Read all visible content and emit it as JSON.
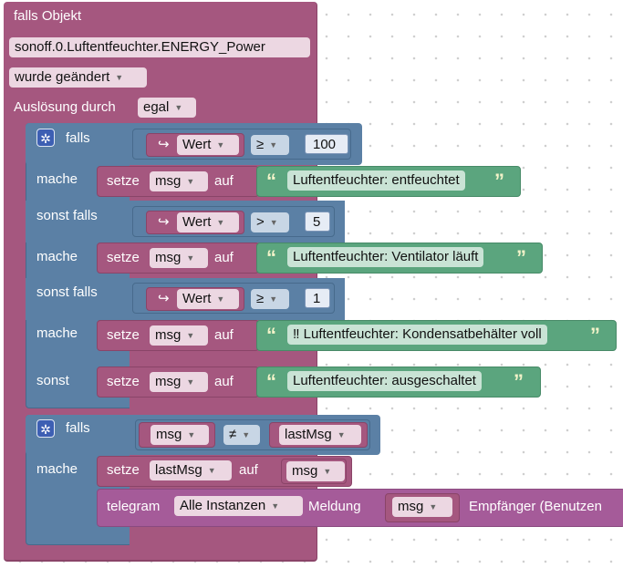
{
  "trigger": {
    "title": "falls Objekt",
    "object_id": "sonoff.0.Luftentfeuchter.ENERGY_Power",
    "change_mode": "wurde geändert",
    "trigger_label": "Auslösung durch",
    "trigger_value": "egal"
  },
  "if1": {
    "if_label": "falls",
    "do_label": "mache",
    "elseif_label": "sonst falls",
    "else_label": "sonst",
    "branches": [
      {
        "var": "Wert",
        "op": "≥",
        "num": "100",
        "set": "setze",
        "target": "msg",
        "to": "auf",
        "text": "Luftentfeuchter: entfeuchtet"
      },
      {
        "var": "Wert",
        "op": ">",
        "num": "5",
        "set": "setze",
        "target": "msg",
        "to": "auf",
        "text": "Luftentfeuchter: Ventilator läuft"
      },
      {
        "var": "Wert",
        "op": "≥",
        "num": "1",
        "set": "setze",
        "target": "msg",
        "to": "auf",
        "text": "‼ Luftentfeuchter: Kondensatbehälter voll"
      }
    ],
    "else_branch": {
      "set": "setze",
      "target": "msg",
      "to": "auf",
      "text": "Luftentfeuchter: ausgeschaltet"
    }
  },
  "if2": {
    "if_label": "falls",
    "do_label": "mache",
    "left": "msg",
    "op": "≠",
    "right": "lastMsg",
    "set": "setze",
    "set_target": "lastMsg",
    "to": "auf",
    "set_value": "msg"
  },
  "telegram": {
    "label": "telegram",
    "instance": "Alle Instanzen",
    "message_label": "Meldung",
    "message_value": "msg",
    "recipient_label": "Empfänger (Benutzen"
  },
  "colors": {
    "event": "#a5577f",
    "logic": "#5b80a5",
    "text": "#5ba57e",
    "telegram": "#a55b99"
  }
}
